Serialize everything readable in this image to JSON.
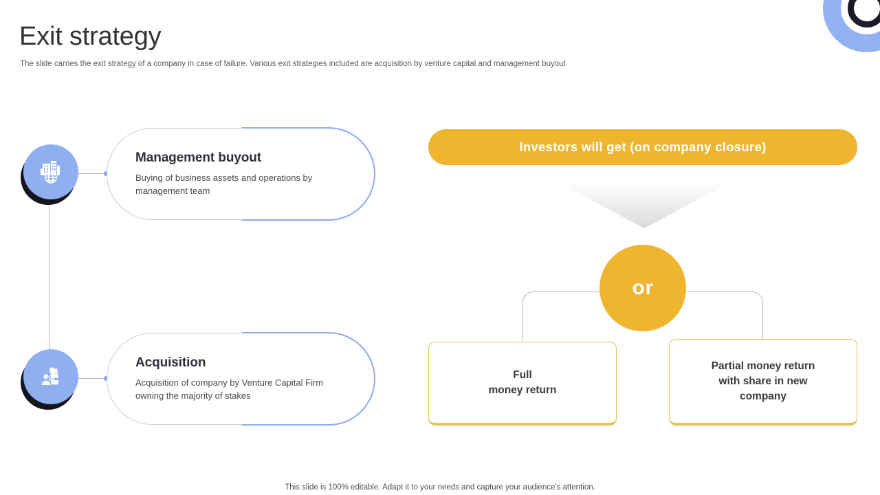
{
  "header": {
    "title": "Exit strategy",
    "subtitle": "The slide carries the exit strategy of a company in case of failure. Various exit strategies included are acquisition by venture capital and management buyout"
  },
  "colors": {
    "accent_blue": "#8FAFF0",
    "accent_blue_stroke": "#8DACEB",
    "accent_orange": "#EFB52F",
    "box_border_gold": "#E8C157",
    "outline_gray": "#c9cdd6",
    "shadow_dark": "#15151f"
  },
  "left_column": {
    "items": [
      {
        "icon": "office-building-globe-icon",
        "title": "Management buyout",
        "description": "Buying of business assets and operations by management team"
      },
      {
        "icon": "org-network-people-icon",
        "title": "Acquisition",
        "description": "Acquisition of company by Venture Capital Firm owning the majority of stakes"
      }
    ]
  },
  "right_column": {
    "banner_label": "Investors will get (on company closure)",
    "or_label": "or",
    "results": [
      {
        "text": "Full\nmoney return"
      },
      {
        "text": "Partial money return\nwith share in new\ncompany"
      }
    ]
  },
  "footer": {
    "note": "This slide is 100% editable. Adapt it to your needs and capture your audience's attention."
  }
}
